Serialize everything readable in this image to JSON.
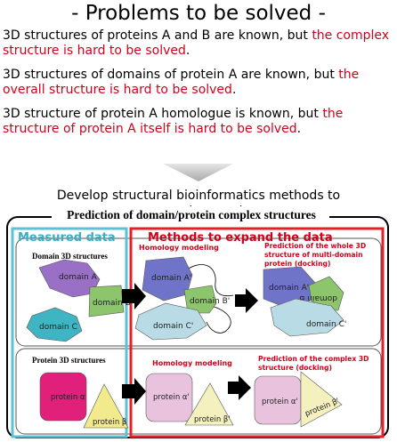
{
  "title": "- Problems to be solved -",
  "problems": [
    {
      "plain": "3D structures of proteins A and B are known, but ",
      "highlight": "the complex structure is hard to be solved",
      "end": "."
    },
    {
      "plain": "3D structures of domains of protein A are known, but ",
      "highlight": "the overall structure is hard to be solved",
      "end": "."
    },
    {
      "plain": "3D structure of protein A homologue is known, but ",
      "highlight": "the structure of protein A itself is hard to be solved",
      "end": "."
    }
  ],
  "develop": {
    "line1": "Develop structural bioinformatics methods to",
    "line2": "overcome issues above."
  },
  "diagram": {
    "heading": "Prediction of domain/protein complex structures",
    "measured_label": "Measured data",
    "methods_label": "Methods to expand the data",
    "row1": {
      "panel_title": "Domain 3D structures",
      "homology_label": "Homology modeling",
      "prediction_line1": "Prediction of the whole 3D",
      "prediction_line2": "structure of multi-domain",
      "prediction_line3": "protein (docking)",
      "domain_a": "domain A",
      "domain_b": "domain B",
      "domain_c": "domain C",
      "domain_a_p": "domain A'",
      "domain_b_p": "domain B'",
      "domain_c_p": "domain C'",
      "domain_b_flip": "domain B'"
    },
    "row2": {
      "panel_title": "Protein 3D structures",
      "homology_label": "Homology modeling",
      "prediction_line1": "Prediction of the complex 3D",
      "prediction_line2": "structure (docking)",
      "alpha": "protein α",
      "beta": "protein β",
      "alpha_p": "protein α'",
      "beta_p": "protein β'"
    }
  },
  "colors": {
    "highlight": "#d0021b",
    "measured_box": "#5fc0d3",
    "methods_box": "#e0202a",
    "domain_a": "#9a6fc6",
    "domain_a_p": "#6f74c8",
    "domain_b": "#8cc56b",
    "domain_c": "#3fb5c4",
    "domain_c_p": "#b8dbe6",
    "alpha": "#e0207a",
    "alpha_p": "#e9c3de",
    "beta": "#f2ea8c",
    "beta_p": "#f4f1bf"
  }
}
